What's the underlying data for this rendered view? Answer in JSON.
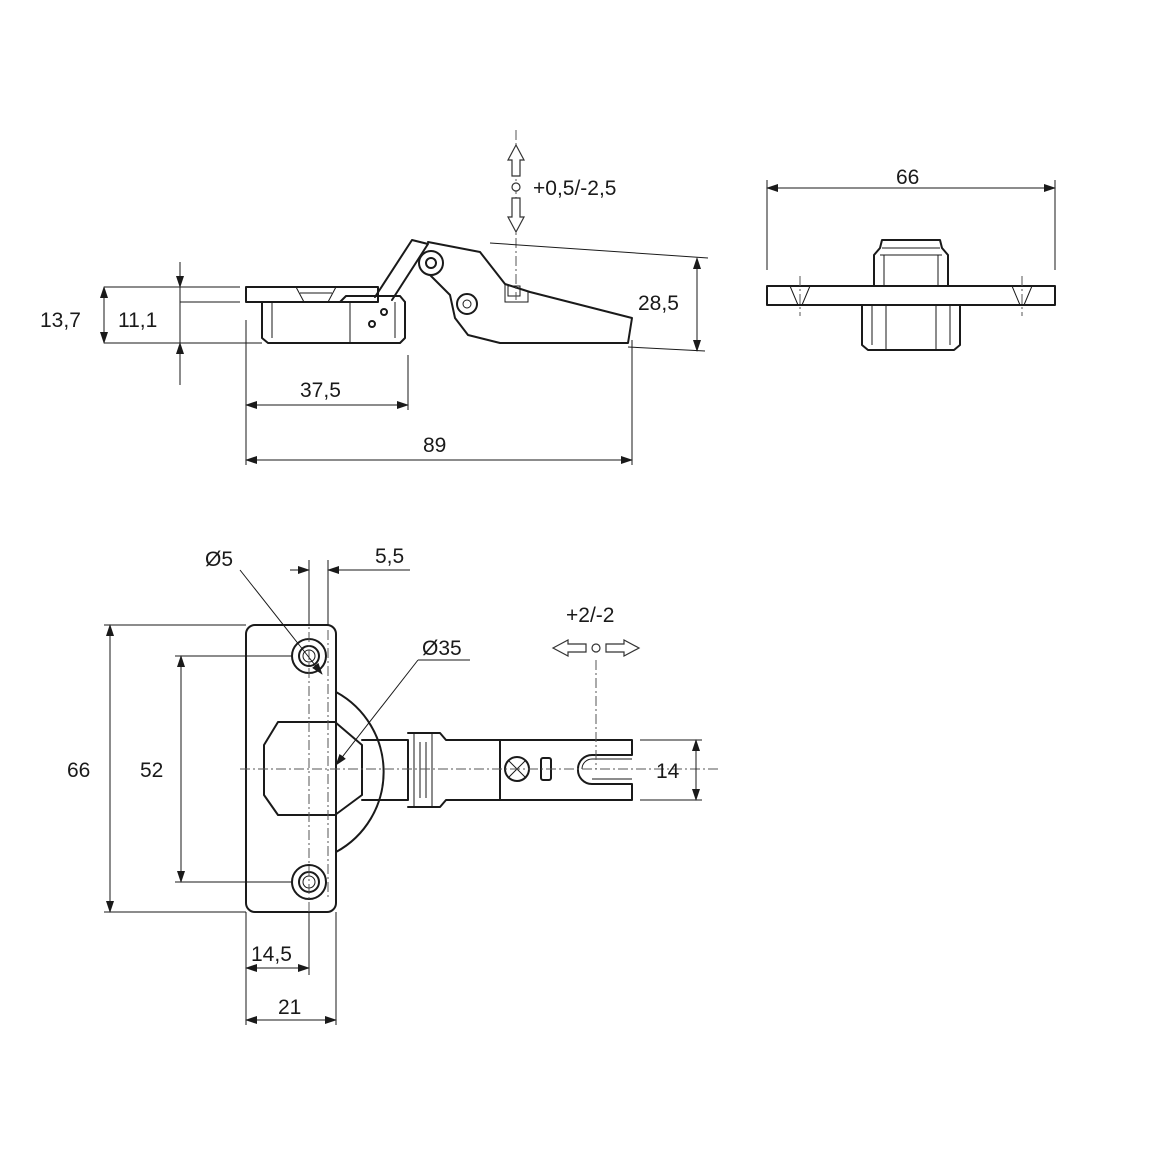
{
  "dimensions": {
    "total_height": "13,7",
    "cup_height": "11,1",
    "cup_length": "37,5",
    "total_length": "89",
    "arm_height": "28,5",
    "plate_width_side": "66",
    "hole_diameter": "Ø5",
    "hole_offset": "5,5",
    "cup_diameter": "Ø35",
    "vertical_adjust": "+0,5/-2,5",
    "lateral_adjust": "+2/-2",
    "plate_height": "66",
    "hole_spacing": "52",
    "arm_width": "14",
    "hole_edge_distance": "14,5",
    "plate_width": "21"
  },
  "icons": {
    "vertical": "double-headed-vertical-arrow-icon",
    "horizontal": "double-headed-horizontal-arrow-icon",
    "screw": "cross-screw-icon"
  }
}
